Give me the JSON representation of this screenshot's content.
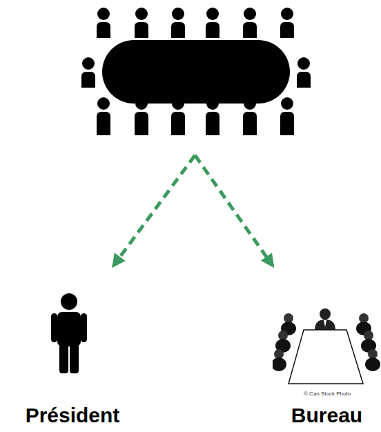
{
  "diagram": {
    "nodes": [
      {
        "text": []
      },
      {
        "text": [
          "Président"
        ]
      },
      {
        "text": [
          "Bureau"
        ]
      }
    ],
    "edges": [
      {
        "from": 0,
        "to": 1,
        "arrow": "to"
      },
      {
        "from": 0,
        "to": 2,
        "arrow": "to"
      }
    ],
    "labels": [
      "© Can Stock Photo"
    ]
  }
}
